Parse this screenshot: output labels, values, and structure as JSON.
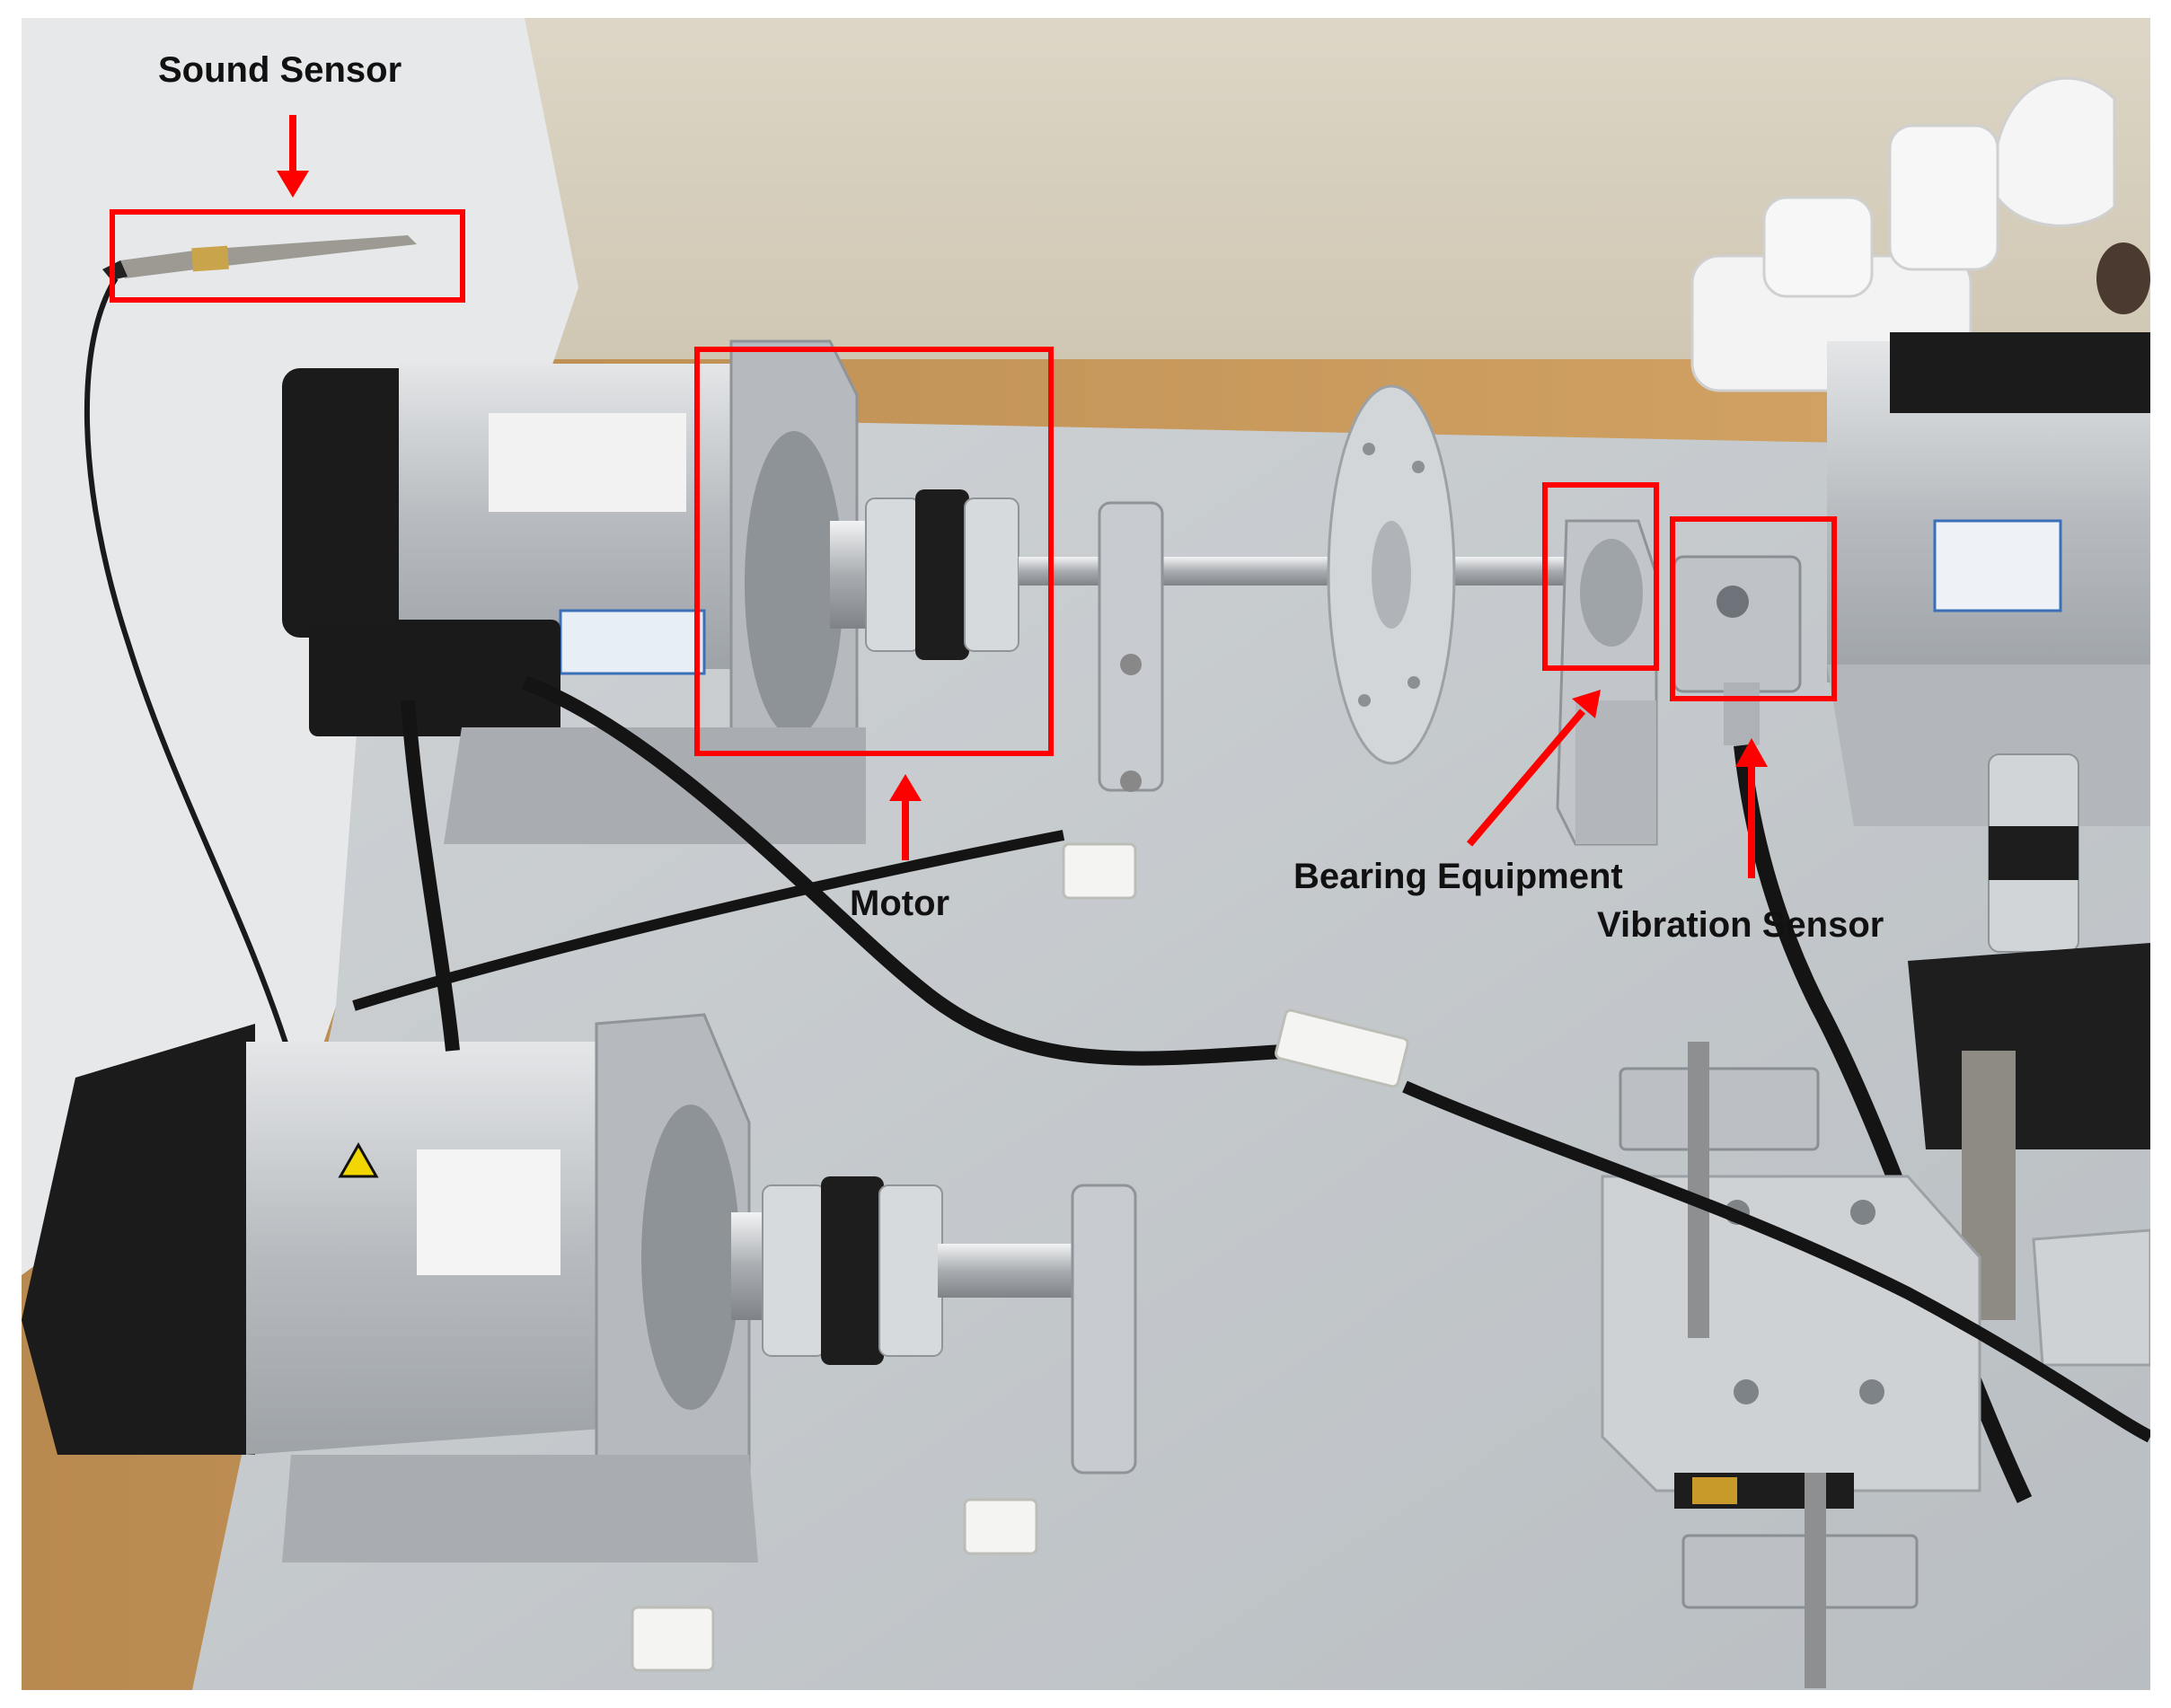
{
  "annotations": {
    "sound_sensor": "Sound Sensor",
    "motor": "Motor",
    "bearing_equipment": "Bearing Equipment",
    "vibration_sensor": "Vibration Sensor"
  },
  "colors": {
    "highlight": "#ff0000",
    "label_text": "#111111",
    "wall": "#d9d2c0",
    "table_wood": "#c99a5c",
    "base_plate": "#c8ccce",
    "motor_body": "#c0c3c6",
    "motor_cap": "#1b1b1b",
    "cable": "#151515"
  }
}
